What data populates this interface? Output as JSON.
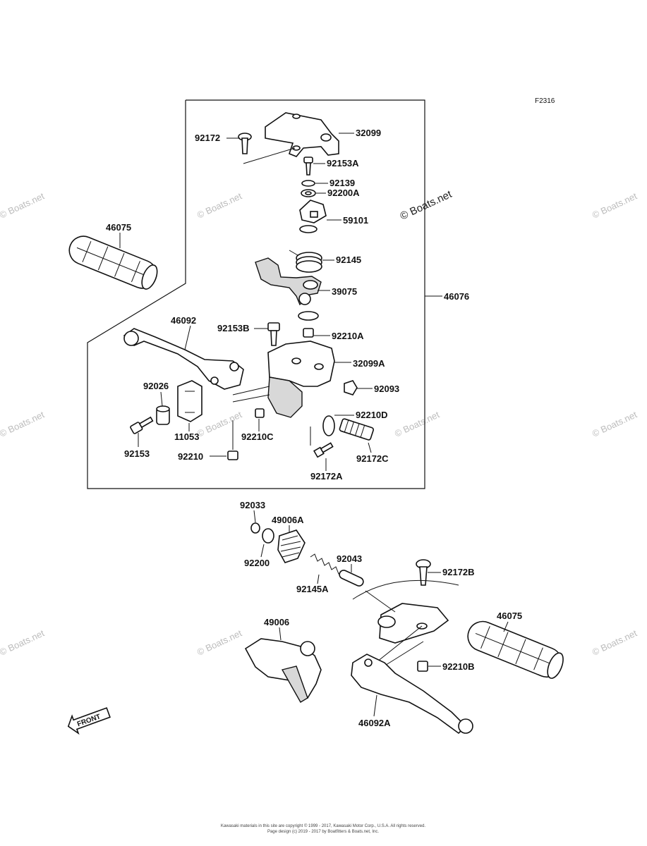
{
  "figure_id": "F2316",
  "watermarks": {
    "faint": "© Boats.net",
    "prominent": "© Boats.net"
  },
  "footer": {
    "line1": "Kawasaki materials in this site are copyright © 1999 - 2017, Kawasaki Motor Corp., U.S.A. All rights reserved.",
    "line2": "Page design (c) 2019 - 2017 by Boatfitters & Boats.net, Inc."
  },
  "front_marker": "FRONT",
  "parts": {
    "p32099": "32099",
    "p92172": "92172",
    "p92153A": "92153A",
    "p92139": "92139",
    "p92200A": "92200A",
    "p59101": "59101",
    "p46075_left": "46075",
    "p92145": "92145",
    "p39075": "39075",
    "p46076": "46076",
    "p46092": "46092",
    "p92153B": "92153B",
    "p92210A": "92210A",
    "p32099A": "32099A",
    "p92026": "92026",
    "p92093": "92093",
    "p92210D": "92210D",
    "p11053": "11053",
    "p92210C": "92210C",
    "p92153": "92153",
    "p92172C": "92172C",
    "p92210": "92210",
    "p92172A": "92172A",
    "p92033": "92033",
    "p49006A": "49006A",
    "p92043": "92043",
    "p92200": "92200",
    "p92172B": "92172B",
    "p92145A": "92145A",
    "p49006": "49006",
    "p46075_right": "46075",
    "p92210B": "92210B",
    "p46092A": "46092A"
  }
}
